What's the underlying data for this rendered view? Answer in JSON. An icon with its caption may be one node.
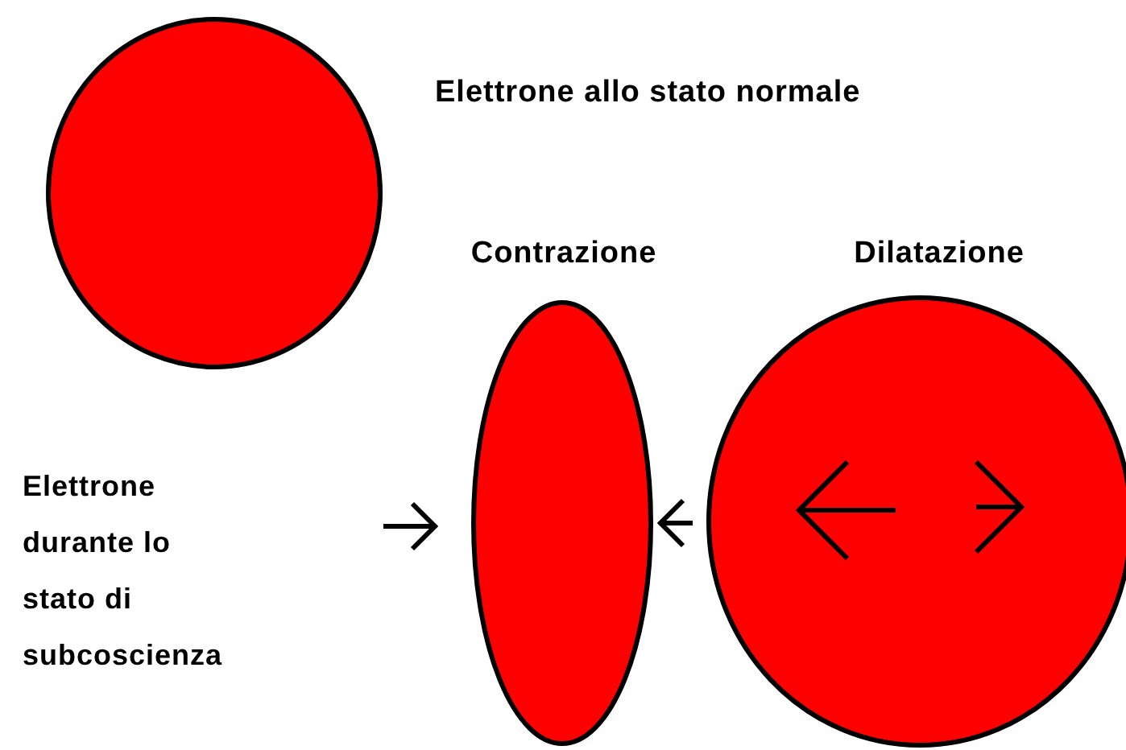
{
  "diagram": {
    "nodes": [
      {
        "text": [],
        "shape": "circle",
        "beside": [
          "Elettrone allo stato normale"
        ]
      },
      {
        "text": [
          "Contrazione"
        ]
      },
      {
        "text": [
          "Dilatazione"
        ]
      }
    ],
    "labels": [
      "Elettrone durante lo stato di subcoscienza"
    ]
  }
}
